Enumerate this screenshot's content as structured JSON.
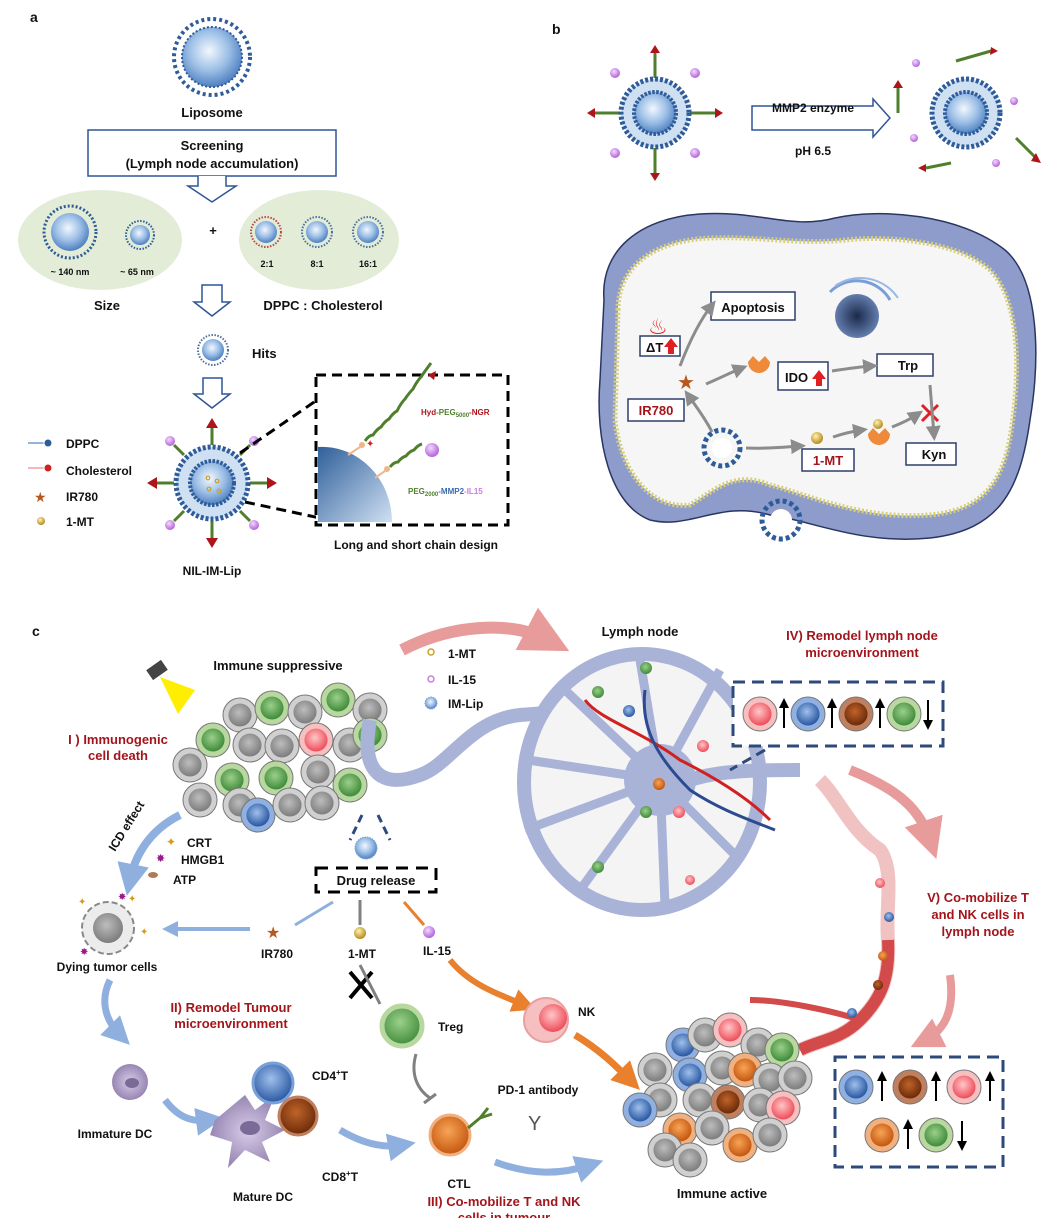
{
  "panel_a": {
    "label": "a",
    "liposome": "Liposome",
    "screening_line1": "Screening",
    "screening_line2": "(Lymph node accumulation)",
    "size_140": "~ 140 nm",
    "size_65": "~ 65 nm",
    "plus": "+",
    "ratio_2_1": "2:1",
    "ratio_8_1": "8:1",
    "ratio_16_1": "16:1",
    "size_label": "Size",
    "dppc_chol_label": "DPPC : Cholesterol",
    "hits": "Hits",
    "legend": [
      {
        "label": "DPPC",
        "icon": "dppc-icon"
      },
      {
        "label": "Cholesterol",
        "icon": "cholesterol-icon"
      },
      {
        "label": "IR780",
        "icon": "star-icon"
      },
      {
        "label": "1-MT",
        "icon": "gold-bead-icon"
      }
    ],
    "nanoparticle_label": "NIL-IM-Lip",
    "inset_long_chain": {
      "p1": "Hyd",
      "p2": "-PEG",
      "sub": "5000",
      "p3": "-NGR"
    },
    "inset_short_chain": {
      "p1": "PEG",
      "sub": "2000",
      "p2": "-MMP2",
      "p3": "-IL15"
    },
    "inset_caption": "Long and short chain design",
    "colors": {
      "ellipse_bg": "#e2ecd6",
      "box_border": "#2f5597",
      "lipid_blue": "#2e5c9a",
      "red_tip": "#b0141b",
      "peg_green": "#4f7f2c",
      "il15_purple": "#c77fe0"
    }
  },
  "panel_b": {
    "label": "b",
    "arrow_top": "MMP2 enzyme",
    "arrow_bottom": "pH 6.5",
    "boxes": {
      "apoptosis": "Apoptosis",
      "delta_t": "ΔT",
      "ido": "IDO",
      "trp": "Trp",
      "ir780": "IR780",
      "one_mt": "1-MT",
      "kyn": "Kyn"
    },
    "colors": {
      "cell_membrane": "#8e9ccc",
      "cytoplasm": "#f6f6f6",
      "arrow_gray": "#8c8c8c",
      "enzyme_orange": "#ef8a3a"
    }
  },
  "panel_c": {
    "label": "c",
    "immune_suppressive": "Immune suppressive",
    "legend": [
      {
        "label": "1-MT",
        "icon": "gold-dot-icon"
      },
      {
        "label": "IL-15",
        "icon": "purple-dot-icon"
      },
      {
        "label": "IM-Lip",
        "icon": "liposome-icon"
      }
    ],
    "lymph_node": "Lymph node",
    "step1_line1": "I ) Immunogenic",
    "step1_line2": "cell death",
    "icd_effect": "ICD effect",
    "crt": "CRT",
    "hmgb1": "HMGB1",
    "atp": "ATP",
    "drug_release": "Drug release",
    "dying_tumor": "Dying tumor cells",
    "ir780": "IR780",
    "one_mt": "1-MT",
    "il15": "IL-15",
    "step2_line1": "II) Remodel Tumour",
    "step2_line2": "microenvironment",
    "treg": "Treg",
    "nk": "NK",
    "cd4_main": "CD4",
    "cd4_sup": "+",
    "cd4_end": "T",
    "cd8_main": "CD8",
    "cd8_sup": "+",
    "cd8_end": "T",
    "pd1": "PD-1 antibody",
    "immature_dc": "Immature DC",
    "mature_dc": "Mature DC",
    "ctl": "CTL",
    "step3_line1": "III) Co-mobilize T and NK",
    "step3_line2": "cells in tumour",
    "immune_active": "Immune active",
    "step4_line1": "IV) Remodel  lymph node",
    "step4_line2": "microenvironment",
    "step5_line1": "V) Co-mobilize T",
    "step5_line2": "and NK cells in",
    "step5_line3": "lymph node",
    "ln_changes": [
      {
        "cell": "NK",
        "direction": "up"
      },
      {
        "cell": "CD4+T",
        "direction": "up"
      },
      {
        "cell": "CD8+T",
        "direction": "up"
      },
      {
        "cell": "Treg",
        "direction": "down"
      }
    ],
    "tumor_changes": [
      {
        "cell": "CD4+T",
        "direction": "up"
      },
      {
        "cell": "CD8+T",
        "direction": "up"
      },
      {
        "cell": "NK",
        "direction": "up"
      },
      {
        "cell": "CTL",
        "direction": "up"
      },
      {
        "cell": "Treg",
        "direction": "down"
      }
    ],
    "colors": {
      "step_text": "#a3141b",
      "dash_box": "#2e4a7a",
      "pink_arrow": "#e58a8a",
      "blue_arrow": "#8fb0de",
      "orange_arrow": "#e8802e",
      "lymph": "#a9b3d8"
    }
  }
}
